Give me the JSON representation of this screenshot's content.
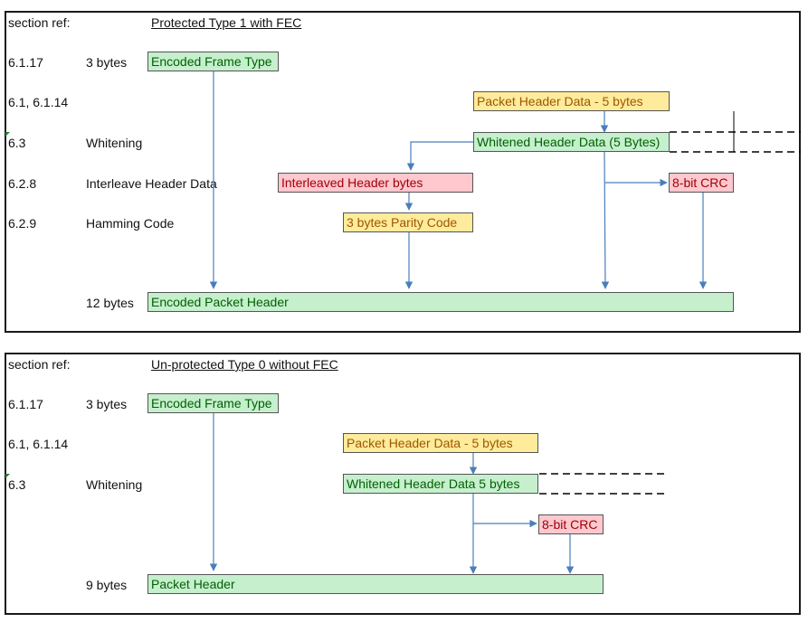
{
  "panel1": {
    "section_label": "section ref:",
    "title": "Protected Type 1  with FEC",
    "rows": [
      {
        "ref": "6.1.17",
        "desc": "3 bytes"
      },
      {
        "ref": "6.1, 6.1.14",
        "desc": ""
      },
      {
        "ref": "6.3",
        "desc": "Whitening"
      },
      {
        "ref": "6.2.8",
        "desc": "Interleave Header Data"
      },
      {
        "ref": "6.2.9",
        "desc": "Hamming Code"
      }
    ],
    "size_label": "12 bytes",
    "boxes": {
      "encoded_frame_type": "Encoded Frame Type",
      "packet_header_data": "Packet Header Data - 5 bytes",
      "whitened_header_data": "Whitened Header Data (5 Bytes)",
      "interleaved_header": "Interleaved Header bytes",
      "crc": "8-bit CRC",
      "parity_code": "3 bytes Parity Code",
      "encoded_packet_header": "Encoded Packet Header"
    }
  },
  "panel2": {
    "section_label": "section ref:",
    "title": "Un-protected Type 0 without FEC",
    "rows": [
      {
        "ref": "6.1.17",
        "desc": "3 bytes"
      },
      {
        "ref": "6.1, 6.1.14",
        "desc": ""
      },
      {
        "ref": "6.3",
        "desc": "Whitening"
      }
    ],
    "size_label": "9 bytes",
    "boxes": {
      "encoded_frame_type": "Encoded Frame Type",
      "packet_header_data": "Packet Header Data - 5 bytes",
      "whitened_header_data": "Whitened Header Data 5 bytes",
      "crc": "8-bit CRC",
      "packet_header": "Packet Header"
    }
  },
  "colors": {
    "green_fill": "#c6efce",
    "green_text": "#006100",
    "yellow_fill": "#ffeb9c",
    "yellow_text": "#9c5700",
    "red_fill": "#ffc7ce",
    "red_text": "#9c0006",
    "arrow": "#4a7ebb"
  }
}
